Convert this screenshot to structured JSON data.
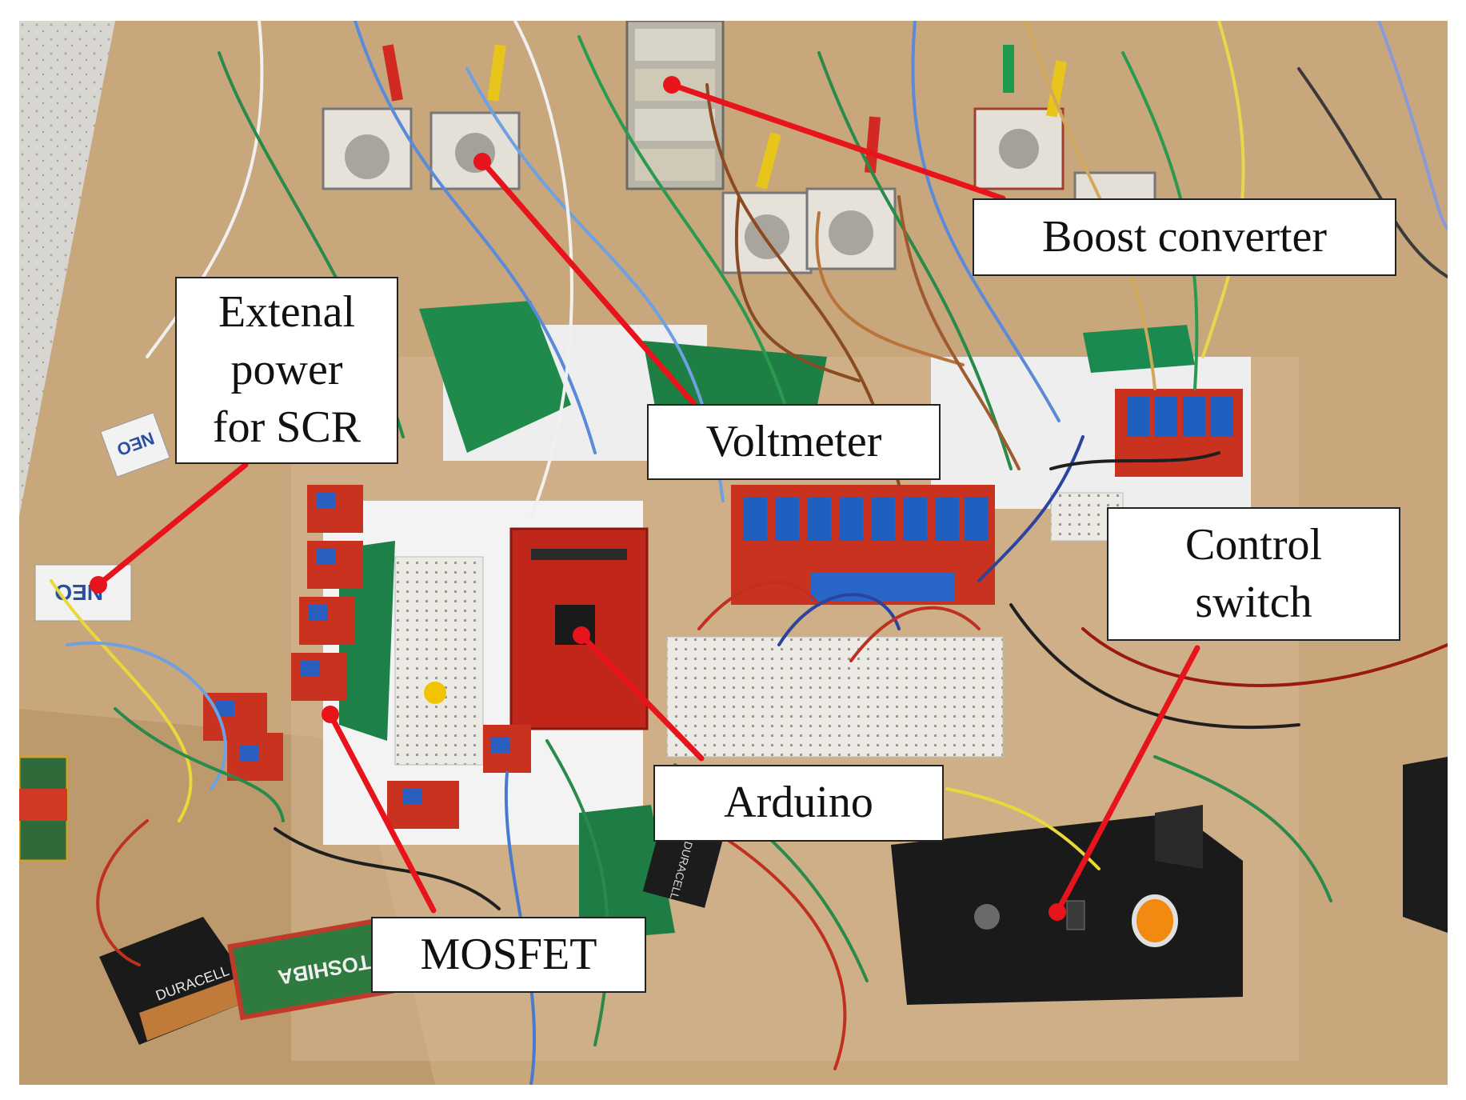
{
  "callouts": {
    "boost_converter": "Boost converter",
    "external_power": "Extenal\npower\nfor SCR",
    "voltmeter": "Voltmeter",
    "control_switch": "Control\nswitch",
    "arduino": "Arduino",
    "mosfet": "MOSFET"
  },
  "battery_labels": {
    "duracell_bottom": "DURACELL",
    "duracell_mid": "DURACELL",
    "toshiba": "TOSHIBA",
    "neo_1": "NEO",
    "neo_2": "NEO"
  },
  "colors": {
    "leader_line": "#e8141b",
    "table_wood": "#c9a77c",
    "relay_board": "#c8321e",
    "relay_blue": "#1f5fbf",
    "control_box": "#1a1a1a",
    "indicator_orange": "#f28a12"
  }
}
